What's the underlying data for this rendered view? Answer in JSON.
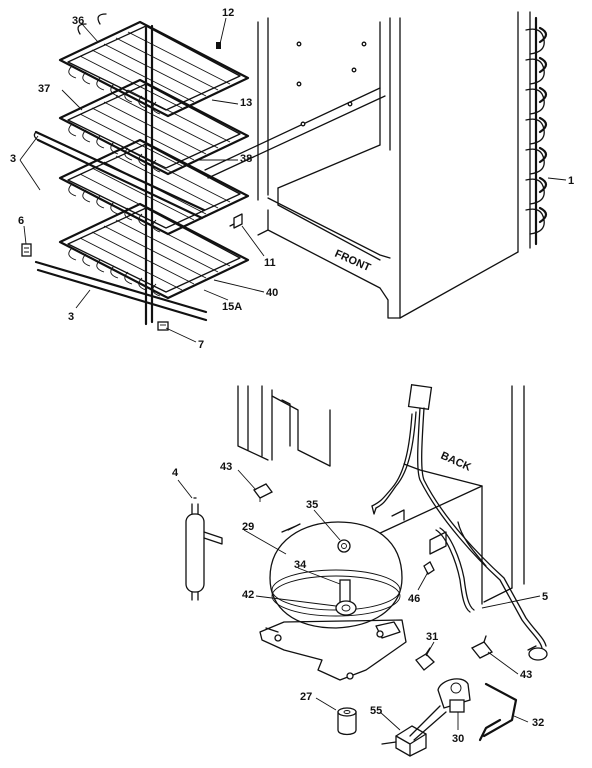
{
  "callouts": {
    "c36": "36",
    "c12": "12",
    "c37": "37",
    "c13": "13",
    "c3a": "3",
    "c38": "38",
    "c6": "6",
    "c11": "11",
    "c40": "40",
    "c15a": "15A",
    "c3b": "3",
    "c7": "7",
    "c1": "1",
    "c4": "4",
    "c43a": "43",
    "c35": "35",
    "c29": "29",
    "c34": "34",
    "c42": "42",
    "c46": "46",
    "c5": "5",
    "c31": "31",
    "c43b": "43",
    "c27": "27",
    "c55": "55",
    "c30": "30",
    "c32": "32"
  },
  "labels": {
    "front": "FRONT",
    "back": "BACK"
  }
}
